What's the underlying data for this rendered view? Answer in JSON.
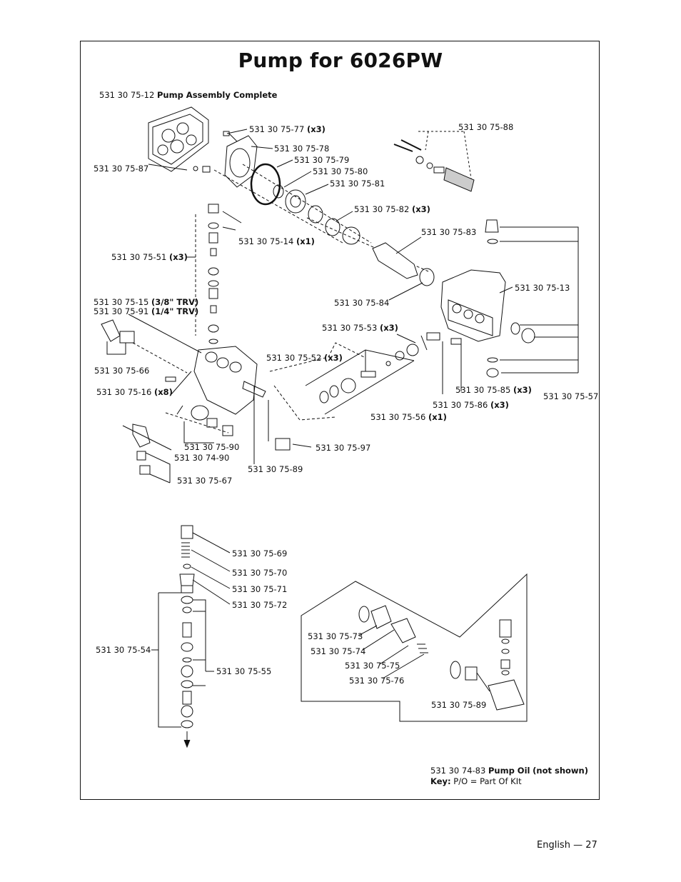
{
  "title": "Pump for 6026PW",
  "assembly": {
    "num": "531 30 75-12",
    "desc": "Pump Assembly Complete"
  },
  "labels": {
    "l77": {
      "num": "531 30 75-77",
      "qty": "(x3)"
    },
    "l78": {
      "num": "531 30 75-78"
    },
    "l79": {
      "num": "531 30 75-79"
    },
    "l80": {
      "num": "531 30 75-80"
    },
    "l81": {
      "num": "531 30 75-81"
    },
    "l87": {
      "num": "531 30 75-87"
    },
    "l88": {
      "num": "531 30 75-88"
    },
    "l82": {
      "num": "531 30 75-82",
      "qty": "(x3)"
    },
    "l14": {
      "num": "531 30 75-14",
      "qty": "(x1)"
    },
    "l83": {
      "num": "531 30 75-83"
    },
    "l51": {
      "num": "531 30 75-51",
      "qty": "(x3)"
    },
    "l13": {
      "num": "531 30 75-13"
    },
    "l84": {
      "num": "531 30 75-84"
    },
    "l15": {
      "num": "531 30 75-15",
      "qty": "(3/8\" TRV)"
    },
    "l91": {
      "num": "531 30 75-91",
      "qty": "(1/4\" TRV)"
    },
    "l53": {
      "num": "531 30 75-53",
      "qty": "(x3)"
    },
    "l52": {
      "num": "531 30 75-52",
      "qty": "(x3)"
    },
    "l66": {
      "num": "531 30 75-66"
    },
    "l16": {
      "num": "531 30 75-16",
      "qty": "(x8)"
    },
    "l85": {
      "num": "531 30 75-85",
      "qty": "(x3)"
    },
    "l57": {
      "num": "531 30 75-57"
    },
    "l86": {
      "num": "531 30 75-86",
      "qty": "(x3)"
    },
    "l56": {
      "num": "531 30 75-56",
      "qty": "(x1)"
    },
    "l90": {
      "num": "531 30 75-90"
    },
    "l7490": {
      "num": "531 30 74-90"
    },
    "l97": {
      "num": "531 30 75-97"
    },
    "l89a": {
      "num": "531 30 75-89"
    },
    "l67": {
      "num": "531 30 75-67"
    },
    "l69": {
      "num": "531 30 75-69"
    },
    "l70": {
      "num": "531 30 75-70"
    },
    "l71": {
      "num": "531 30 75-71"
    },
    "l72": {
      "num": "531 30 75-72"
    },
    "l54": {
      "num": "531 30 75-54"
    },
    "l55": {
      "num": "531 30 75-55"
    },
    "l73": {
      "num": "531 30 75-73"
    },
    "l74": {
      "num": "531 30 75-74"
    },
    "l75": {
      "num": "531 30 75-75"
    },
    "l76": {
      "num": "531 30 75-76"
    },
    "l89b": {
      "num": "531 30 75-89"
    }
  },
  "oil": {
    "num": "531 30 74-83",
    "desc": "Pump Oil",
    "note": "(not shown)"
  },
  "key": {
    "label": "Key:",
    "text": "P/O = Part Of KIt"
  },
  "footer": {
    "lang": "English",
    "sep": "—",
    "page": "27"
  }
}
